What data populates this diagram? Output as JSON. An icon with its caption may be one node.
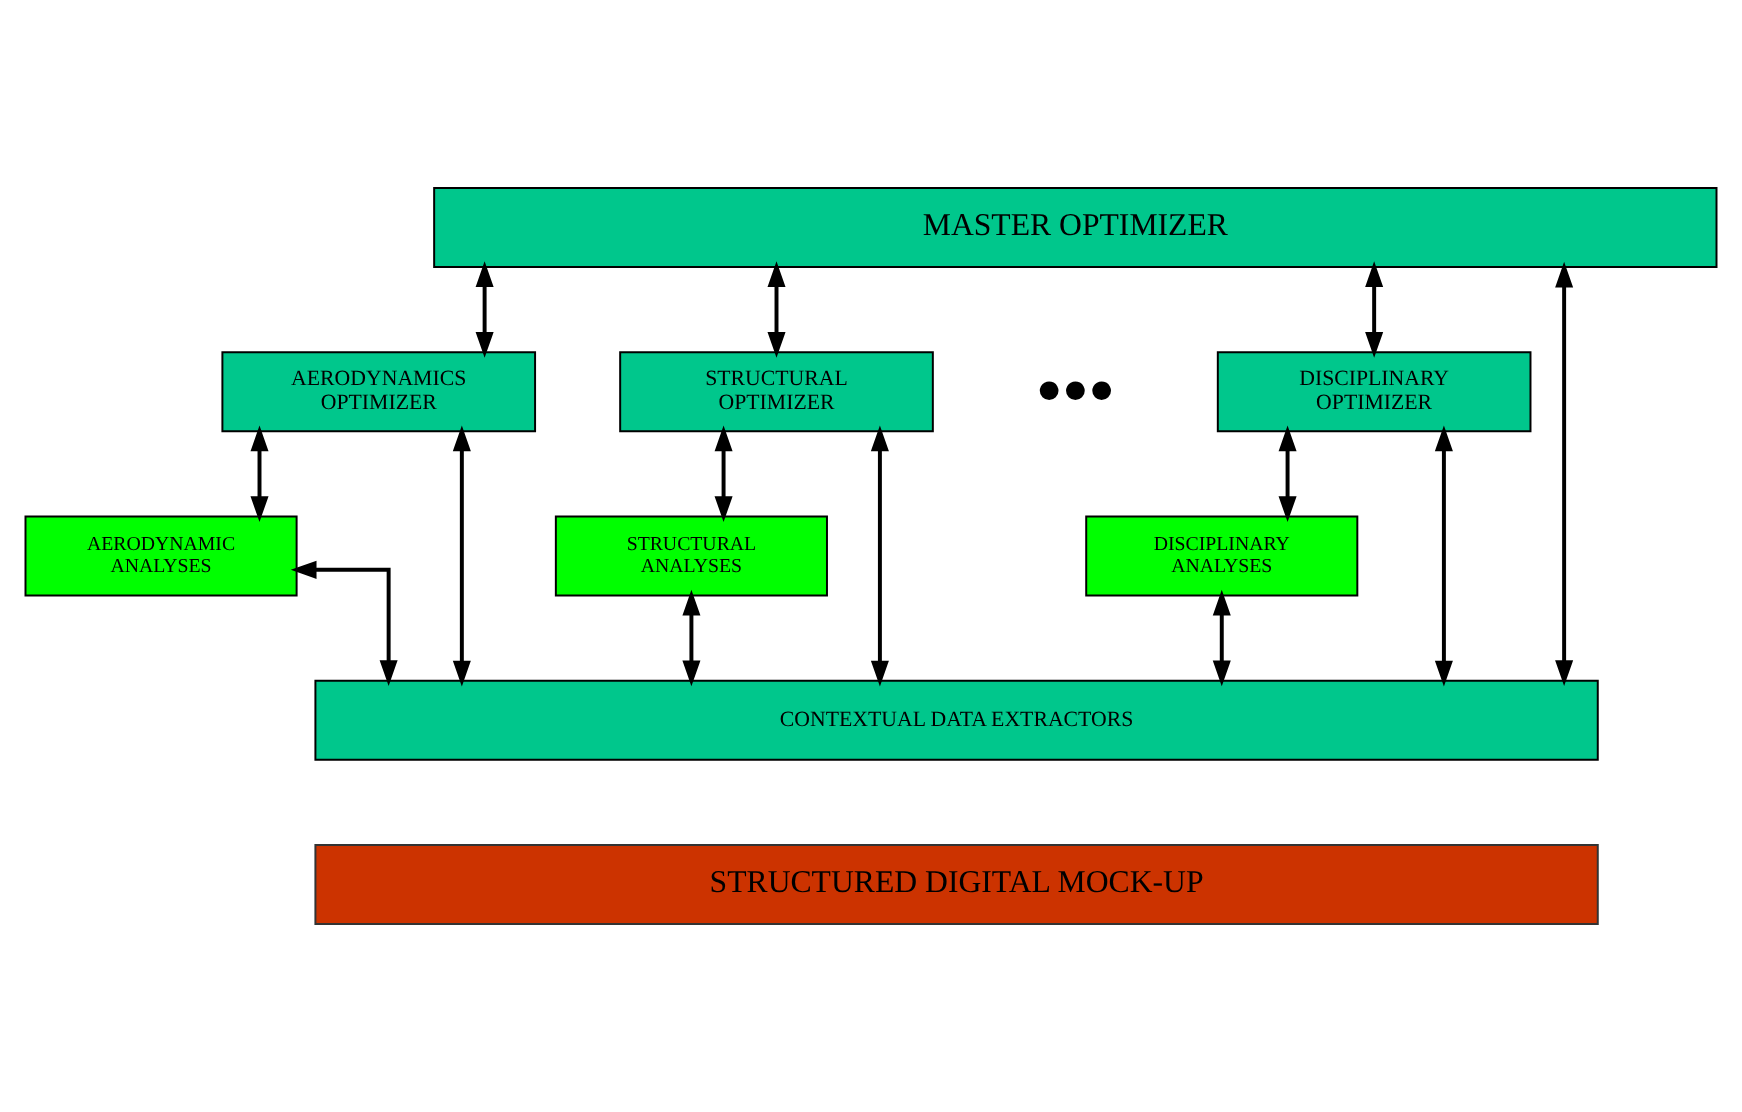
{
  "diagram": {
    "nodes": [
      {
        "text": [
          "MASTER OPTIMIZER"
        ]
      },
      {
        "text": [
          "AERODYNAMICS OPTIMIZER"
        ]
      },
      {
        "text": [
          "STRUCTURAL OPTIMIZER"
        ]
      },
      {
        "text": [
          "DISCIPLINARY OPTIMIZER"
        ]
      },
      {
        "text": [
          "AERODYNAMIC ANALYSES"
        ]
      },
      {
        "text": [
          "STRUCTURAL ANALYSES"
        ]
      },
      {
        "text": [
          "DISCIPLINARY ANALYSES"
        ]
      },
      {
        "text": [
          "CONTEXTUAL DATA EXTRACTORS"
        ]
      },
      {
        "text": [
          "STRUCTURED DIGITAL MOCK-UP"
        ]
      }
    ],
    "edges": [
      {
        "from": 0,
        "to": 7,
        "arrow": "both"
      },
      {
        "from": 0,
        "to": 1,
        "arrow": "both"
      },
      {
        "from": 0,
        "to": 2,
        "arrow": "both"
      },
      {
        "from": 0,
        "to": 3,
        "arrow": "both"
      },
      {
        "from": 1,
        "to": 7,
        "arrow": "both"
      },
      {
        "from": 1,
        "to": 4,
        "arrow": "both"
      },
      {
        "from": 2,
        "to": 7,
        "arrow": "both"
      },
      {
        "from": 2,
        "to": 5,
        "arrow": "both"
      },
      {
        "from": 3,
        "to": 7,
        "arrow": "both"
      },
      {
        "from": 3,
        "to": 6,
        "arrow": "both"
      },
      {
        "from": 4,
        "to": 7,
        "arrow": "both"
      },
      {
        "from": 5,
        "to": 7,
        "arrow": "both"
      },
      {
        "from": 6,
        "to": 7,
        "arrow": "both"
      }
    ],
    "labels": [
      "●●●"
    ]
  }
}
